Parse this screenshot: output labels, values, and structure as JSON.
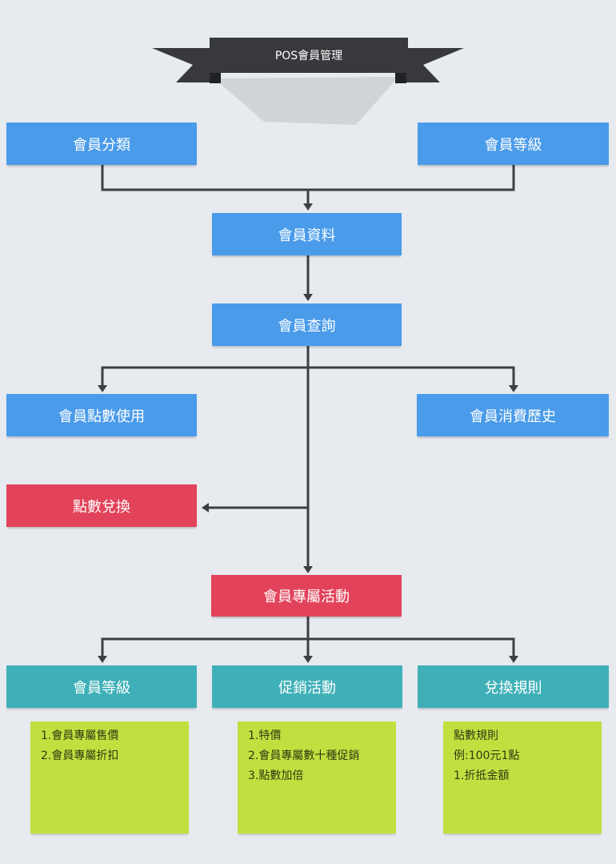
{
  "banner": {
    "title": "POS會員管理"
  },
  "nodes": {
    "member_category": "會員分類",
    "member_level_top": "會員等級",
    "member_data": "會員資料",
    "member_query": "會員查詢",
    "member_points_usage": "會員點數使用",
    "member_purchase_history": "會員消費歷史",
    "points_redeem": "點數兌換",
    "member_exclusive_events": "會員專屬活動",
    "member_level_bottom": "會員等級",
    "promotions": "促銷活動",
    "redeem_rules": "兌換規則"
  },
  "notes": {
    "level": [
      "1.會員專屬售價",
      "2.會員專屬折扣"
    ],
    "promotions": [
      "1.特價",
      "2.會員專屬數十種促銷",
      "3.點數加倍"
    ],
    "redeem": [
      "點數規則",
      "例:100元1點",
      "1.折抵金額"
    ]
  },
  "colors": {
    "background": "#e7eaef",
    "box_blue": "#4a9be9",
    "box_red": "#e2435a",
    "box_teal": "#3fb0b8",
    "note_green": "#c1e040",
    "banner_dark": "#38393c",
    "connector": "#3d3f45"
  }
}
